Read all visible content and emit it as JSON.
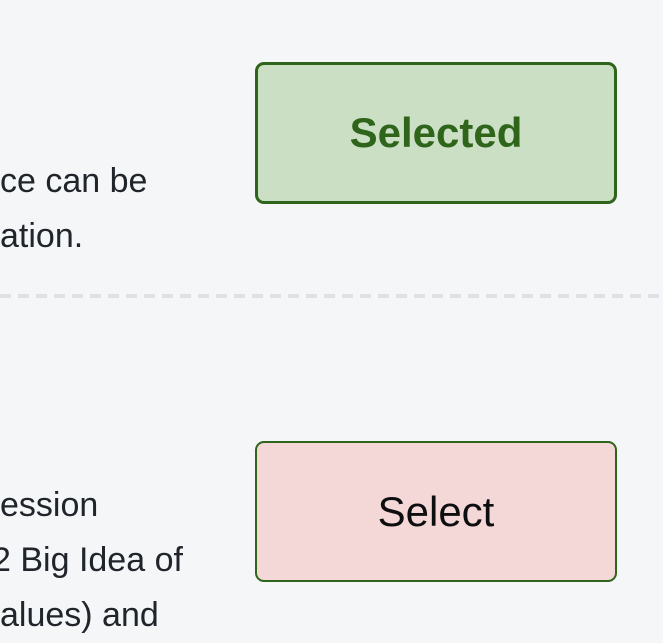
{
  "page": {
    "background_color": "#f5f6f7",
    "divider_color": "#dee2e7"
  },
  "rows": [
    {
      "description_lines": {
        "line1": "ce can be",
        "line2": "ation."
      },
      "button_label": "Selected",
      "button_state": "selected",
      "button_bg": "#cbdfc5",
      "button_border": "#2f641b",
      "button_text_color": "#2f641b"
    },
    {
      "description_lines": {
        "line1": "ession",
        "line2": "2 Big Idea of",
        "line3": "alues) and"
      },
      "button_label": "Select",
      "button_state": "unselected",
      "button_bg": "#f4d7d7",
      "button_border": "#2f641b",
      "button_text_color": "#0d0e0f"
    }
  ]
}
